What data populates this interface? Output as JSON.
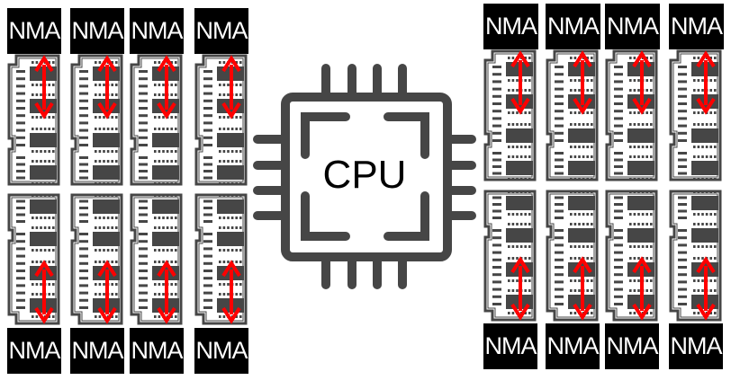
{
  "diagram": {
    "title": "",
    "cpu": {
      "label": "CPU",
      "icon": "cpu-chip-icon",
      "color": "#464646"
    },
    "nma_label": "NMA",
    "colors": {
      "module_outline": "#464646",
      "chip": "#464646",
      "arrow": "#ff0000",
      "nma_bg": "#000000",
      "nma_text": "#ffffff"
    },
    "groups": [
      {
        "id": "left-top",
        "side": "left",
        "position": "top",
        "nma_placement": "top",
        "module_count": 4,
        "modules": [
          {
            "label": "NMA"
          },
          {
            "label": "NMA"
          },
          {
            "label": "NMA"
          },
          {
            "label": "NMA"
          }
        ]
      },
      {
        "id": "left-bottom",
        "side": "left",
        "position": "bottom",
        "nma_placement": "bottom",
        "module_count": 4,
        "modules": [
          {
            "label": "NMA"
          },
          {
            "label": "NMA"
          },
          {
            "label": "NMA"
          },
          {
            "label": "NMA"
          }
        ]
      },
      {
        "id": "right-top",
        "side": "right",
        "position": "top",
        "nma_placement": "top",
        "module_count": 4,
        "modules": [
          {
            "label": "NMA"
          },
          {
            "label": "NMA"
          },
          {
            "label": "NMA"
          },
          {
            "label": "NMA"
          }
        ]
      },
      {
        "id": "right-bottom",
        "side": "right",
        "position": "bottom",
        "nma_placement": "bottom",
        "module_count": 4,
        "modules": [
          {
            "label": "NMA"
          },
          {
            "label": "NMA"
          },
          {
            "label": "NMA"
          },
          {
            "label": "NMA"
          }
        ]
      }
    ],
    "connection": {
      "type": "bidirectional-arrow",
      "between": [
        "NMA",
        "memory-chips"
      ]
    }
  }
}
